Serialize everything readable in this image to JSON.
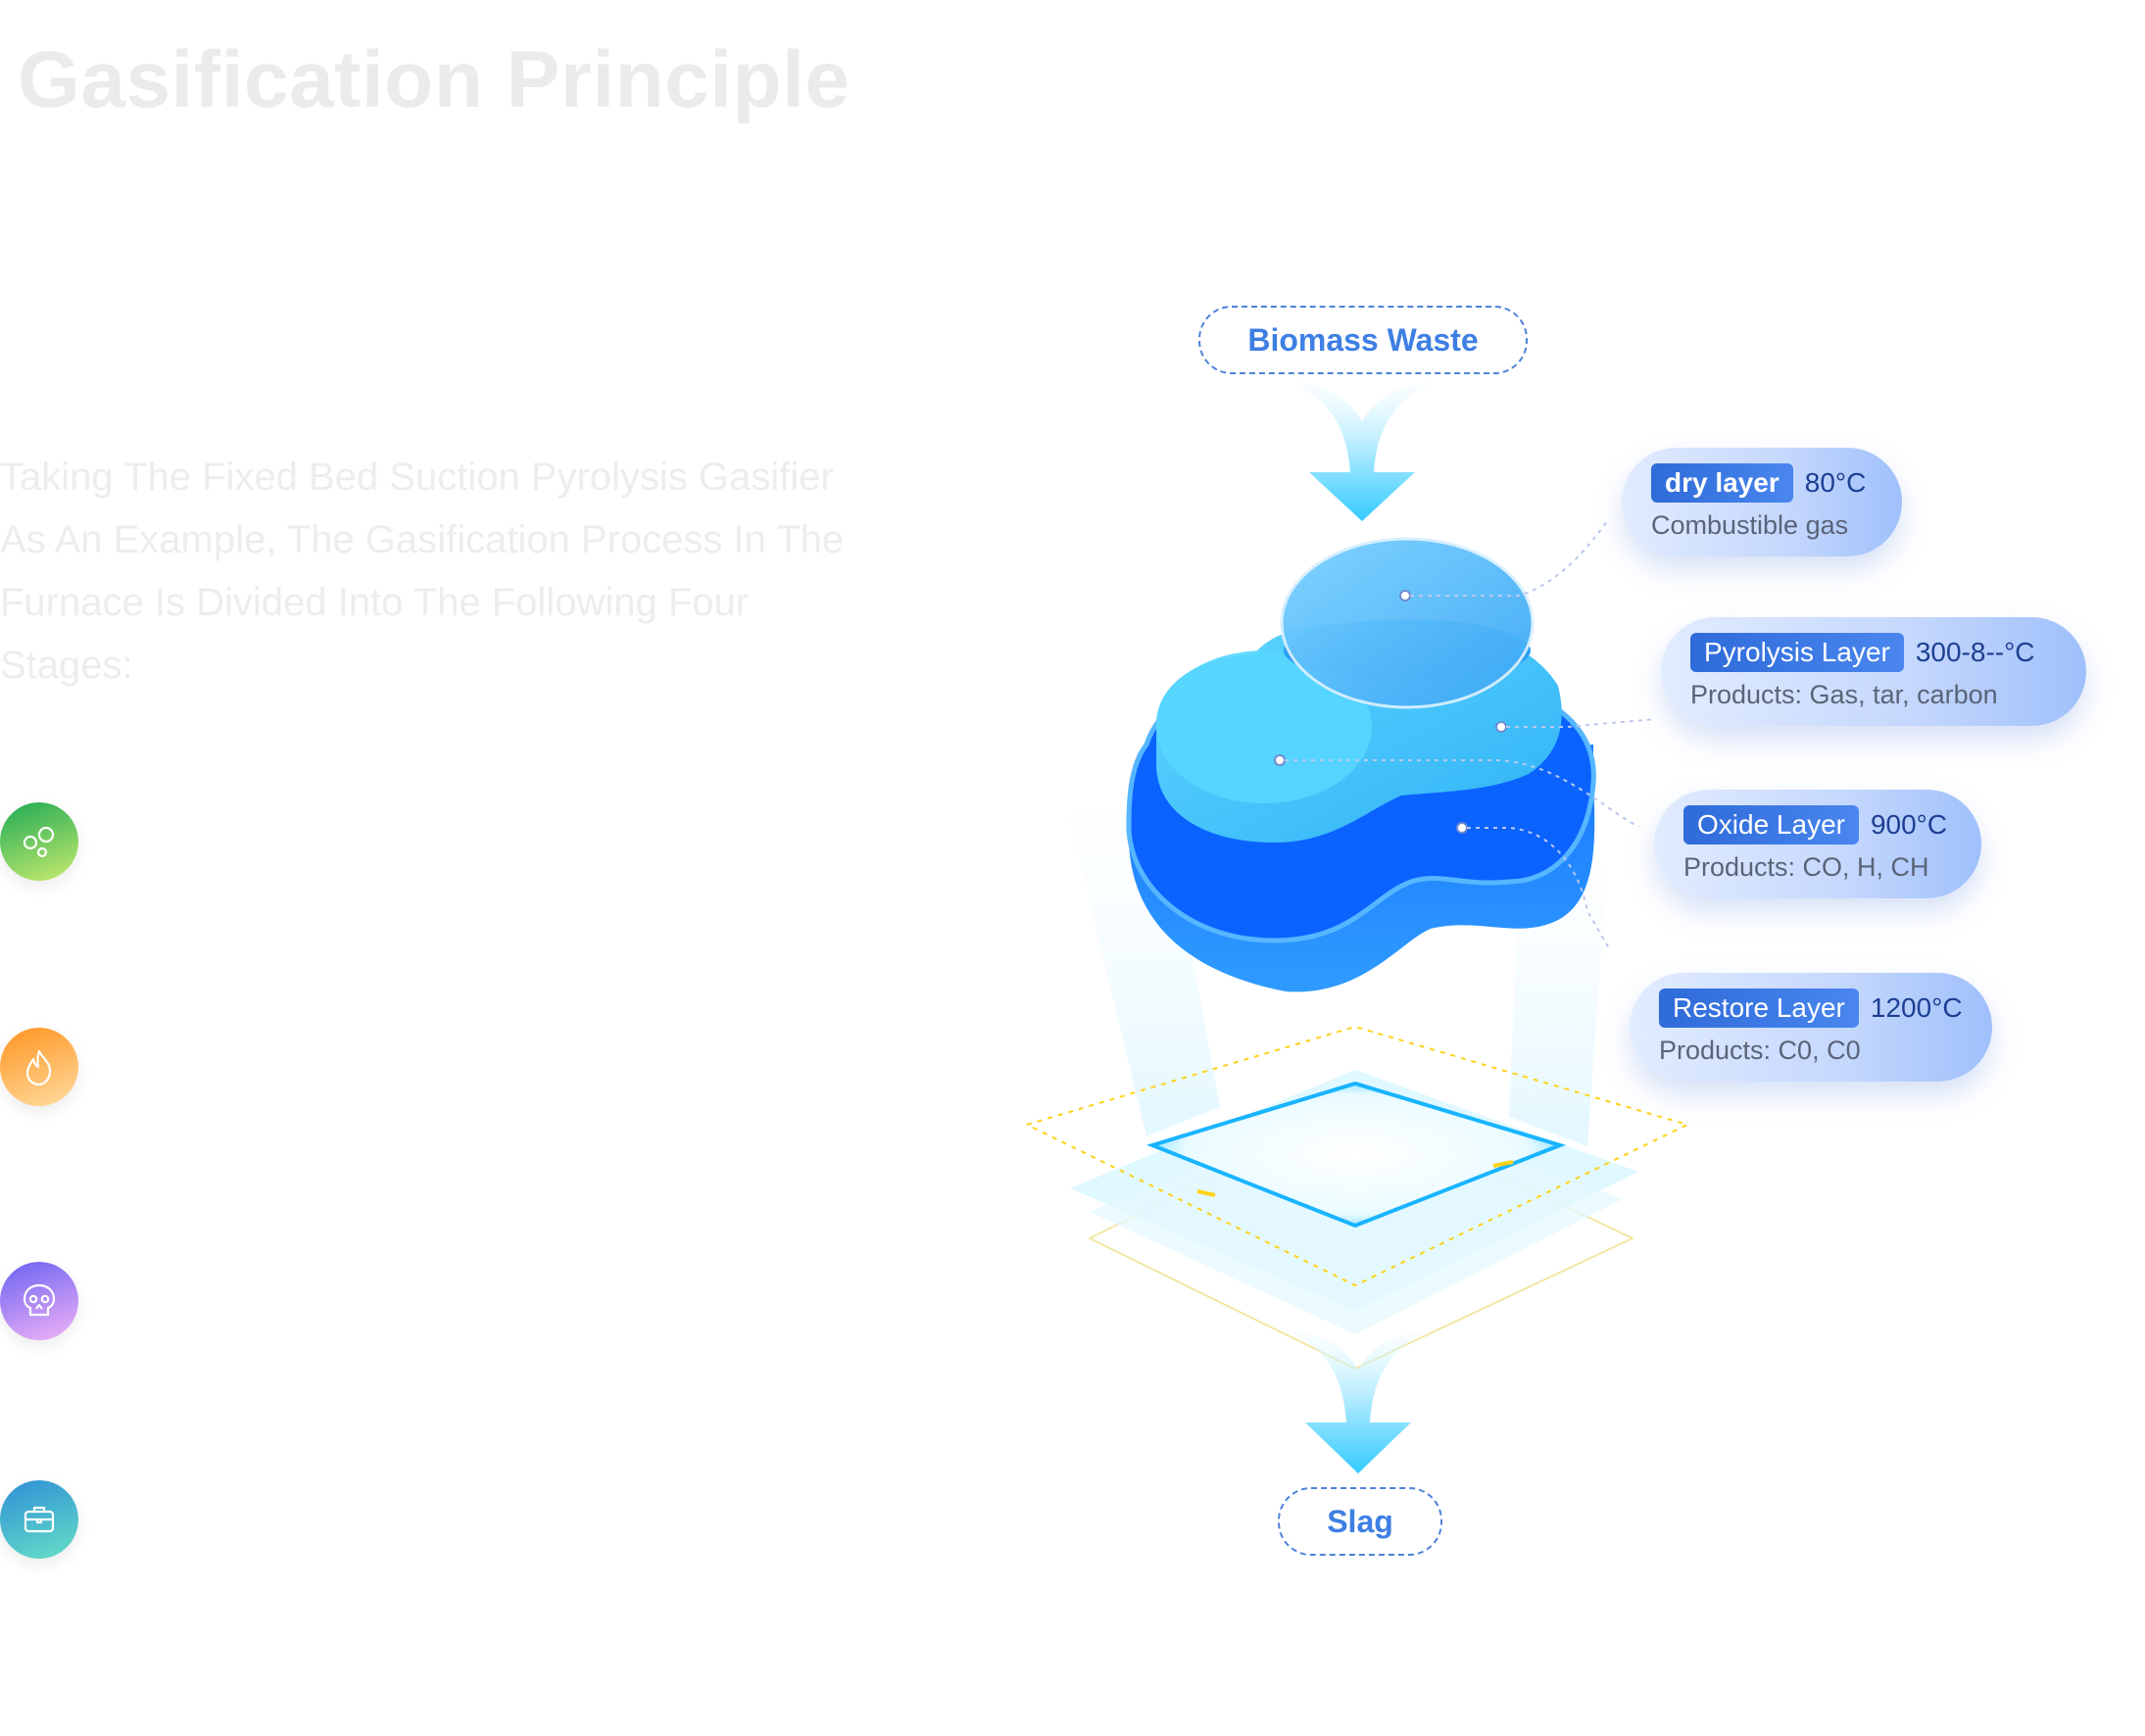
{
  "header": {
    "title": "Gasification Principle"
  },
  "description": "Taking The Fixed Bed Suction Pyrolysis Gasifier As An Example, The Gasification Process In The Furnace Is Divided Into The Following Four Stages:",
  "stage_icons": [
    {
      "icon": "bubbles-icon",
      "gradient": [
        "#1faa55",
        "#c9eb6e"
      ]
    },
    {
      "icon": "flame-icon",
      "gradient": [
        "#ff9420",
        "#ffdca0"
      ]
    },
    {
      "icon": "skull-icon",
      "gradient": [
        "#6a62f2",
        "#f2b3f6"
      ]
    },
    {
      "icon": "briefcase-icon",
      "gradient": [
        "#2e8fd6",
        "#66e0c6"
      ]
    }
  ],
  "diagram": {
    "input_label": "Biomass Waste",
    "output_label": "Slag",
    "layers": [
      {
        "name": "dry layer",
        "temperature": "80°C",
        "products": "Combustible gas"
      },
      {
        "name": "Pyrolysis Layer",
        "temperature": "300-8--°C",
        "products": "Products: Gas, tar, carbon"
      },
      {
        "name": "Oxide Layer",
        "temperature": "900°C",
        "products": "Products: CO, H, CH"
      },
      {
        "name": "Restore Layer",
        "temperature": "1200°C",
        "products": "Products: C0, C0"
      }
    ]
  },
  "colors": {
    "title": "#ebebeb",
    "description": "#ededed",
    "accent_blue": "#3e7fe3",
    "layer_tag": "#2f6bd9",
    "arrow_cyan": "#3fd3ff"
  }
}
